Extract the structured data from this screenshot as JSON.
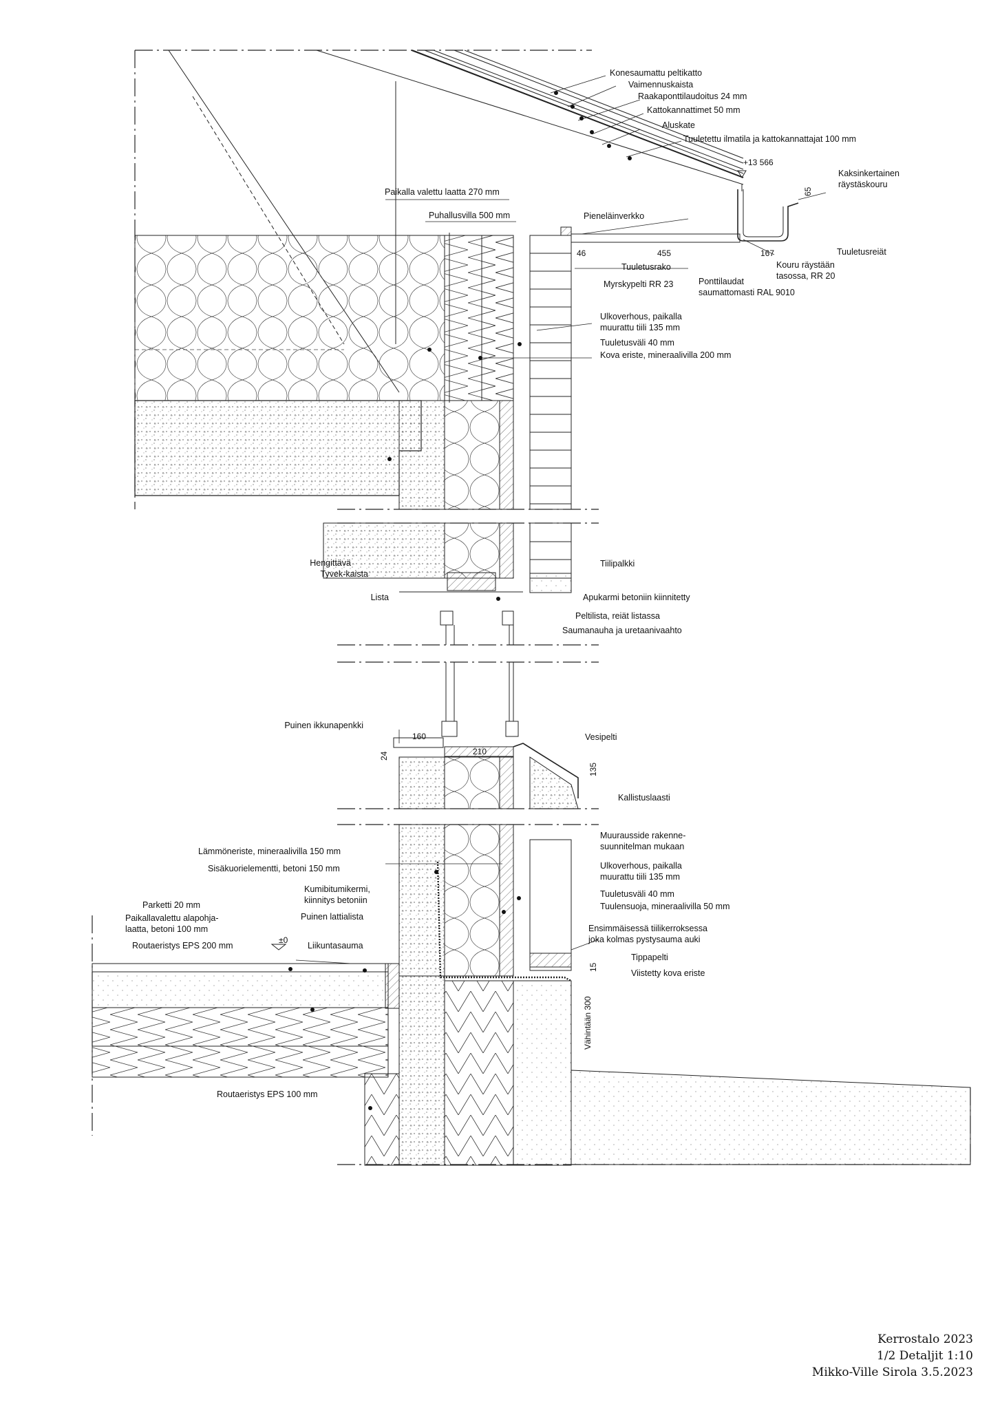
{
  "labels": {
    "konesaumattu": "Konesaumattu peltikatto",
    "vaimennus": "Vaimennuskaista",
    "raakaponttilaudoitus": "Raakaponttilaudoitus 24 mm",
    "kattokannattimet": "Kattokannattimet 50 mm",
    "aluskate": "Aluskate",
    "tuuletettu": "Tuuletettu ilmatila ja kattokannattajat 100 mm",
    "paikalla_laatta": "Paikalla valettu laatta 270 mm",
    "puhallusvilla": "Puhallusvilla 500 mm",
    "kaksinkertainen_1": "Kaksinkertainen",
    "kaksinkertainen_2": "räystäskouru",
    "pienelainverkko": "Pieneläinverkko",
    "tuuletusreiat": "Tuuletusreiät",
    "tuuletusrako": "Tuuletusrako",
    "kouru_1": "Kouru räystään",
    "kouru_2": "tasossa, RR 20",
    "myrskypelti": "Myrskypelti RR 23",
    "ponttilaudat_1": "Ponttilaudat",
    "ponttilaudat_2": "saumattomasti RAL 9010",
    "ulkoverhous_1a": "Ulkoverhous, paikalla",
    "ulkoverhous_1b": "muurattu tiili 135 mm",
    "tuuletusvali_1": "Tuuletusväli 40 mm",
    "kova_eriste": "Kova eriste, mineraalivilla 200 mm",
    "hengittava_1": "Hengittävä",
    "hengittava_2": "Tyvek-kaista",
    "tiilipalkki": "Tiilipalkki",
    "lista": "Lista",
    "apukarmi": "Apukarmi betoniin kiinnitetty",
    "peltilista": "Peltilista, reiät listassa",
    "saumanauha": "Saumanauha ja uretaanivaahto",
    "ikkunapenkki": "Puinen ikkunapenkki",
    "vesipelti": "Vesipelti",
    "kallistuslaasti": "Kallistuslaasti",
    "muurausside_1": "Muurausside rakenne-",
    "muurausside_2": "suunnitelman mukaan",
    "lammoneriste": "Lämmöneriste, mineraalivilla 150 mm",
    "sisakuori": "Sisäkuorielementti, betoni 150 mm",
    "ulkoverhous_2a": "Ulkoverhous, paikalla",
    "ulkoverhous_2b": "muurattu tiili 135 mm",
    "tuuletusvali_2": "Tuuletusväli 40 mm",
    "tuulensuoja": "Tuulensuoja, mineraalivilla 50 mm",
    "kumibitumi_1": "Kumibitumikermi,",
    "kumibitumi_2": "kiinnitys betoniin",
    "lattialista": "Puinen lattialista",
    "ensimmaisessa_1": "Ensimmäisessä tiilikerroksessa",
    "ensimmaisessa_2": "joka kolmas pystysauma auki",
    "parketti": "Parketti 20 mm",
    "alapohja_1": "Paikallavalettu alapohja-",
    "alapohja_2": "laatta, betoni 100 mm",
    "routa200": "Routaeristys EPS 200 mm",
    "liikuntasauma": "Liikuntasauma",
    "tippapelti": "Tippapelti",
    "viistetty": "Viistetty kova eriste",
    "routa100": "Routaeristys EPS 100 mm"
  },
  "dimensions": {
    "level_top": "+13 566",
    "gutter_h": "65",
    "d46": "46",
    "d455": "455",
    "d167": "167",
    "d160": "160",
    "d210": "210",
    "d24": "24",
    "d135": "135",
    "level_floor": "±0",
    "d15": "15",
    "vahintaan": "Vähintään 300"
  },
  "title_block": {
    "line1": "Kerrostalo 2023",
    "line2": "1/2 Detaljit 1:10",
    "line3": "Mikko-Ville Sirola 3.5.2023"
  }
}
